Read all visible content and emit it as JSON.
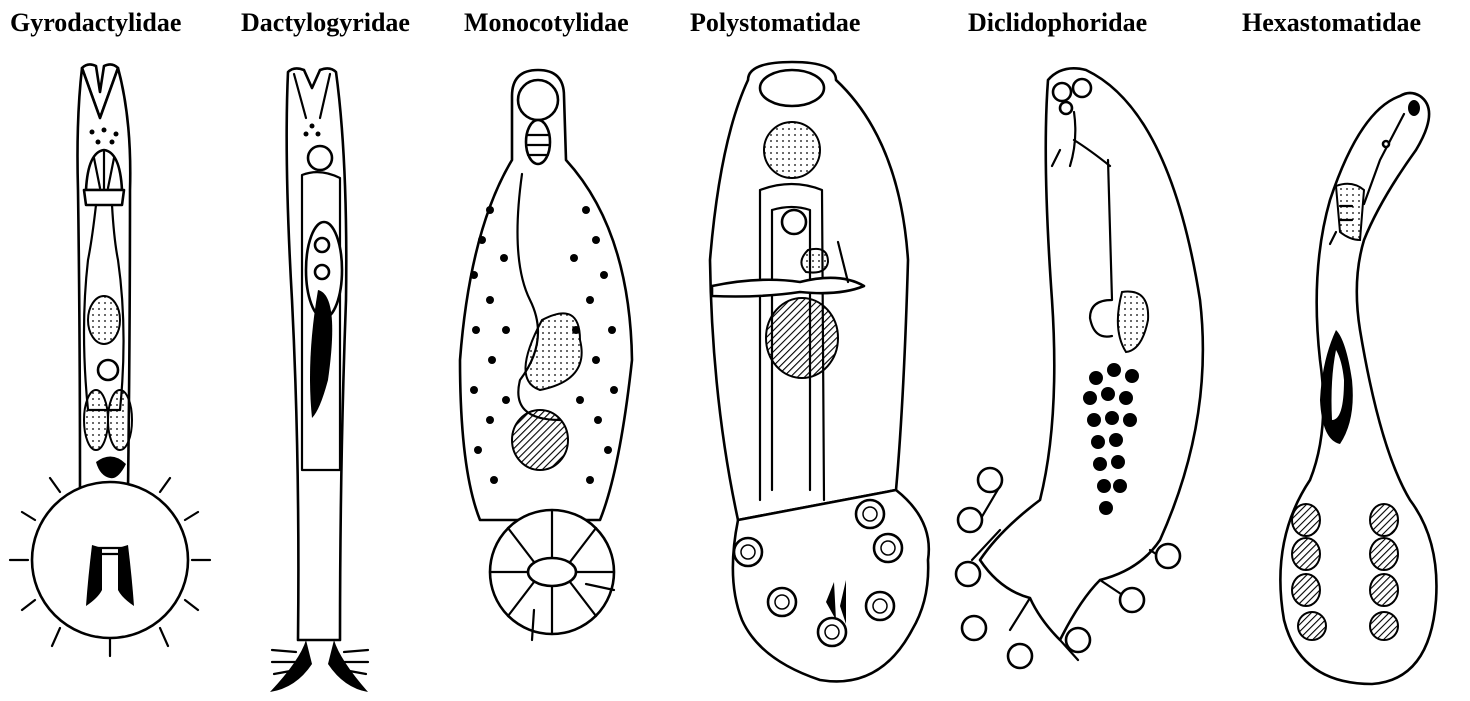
{
  "families": [
    {
      "label": "Gyrodactylidae"
    },
    {
      "label": "Dactylogyridae"
    },
    {
      "label": "Monocotylidae"
    },
    {
      "label": "Polystomatidae"
    },
    {
      "label": "Diclidophoridae"
    },
    {
      "label": "Hexastomatidae"
    }
  ],
  "colors": {
    "ink": "#000000",
    "background": "#ffffff"
  }
}
